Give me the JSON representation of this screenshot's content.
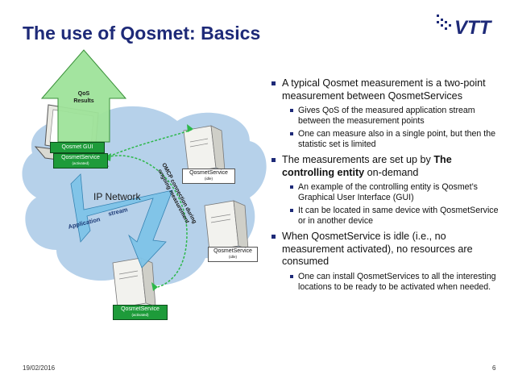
{
  "slide": {
    "title": "The use of Qosmet: Basics",
    "logo_text": "VTT",
    "footer_date": "19/02/2016",
    "page_number": "6"
  },
  "diagram": {
    "qos_results": "QoS\nResults",
    "gui_label": "Qosmet GUI",
    "gui_service": "QosmetService",
    "gui_service_state": "(activated)",
    "network_label": "IP Network",
    "application_label": "Application",
    "stream_label": "stream",
    "omcp_label": "OMCP connection during ongoing measurement",
    "server_top_service": "QosmetService",
    "server_top_state": "(idle)",
    "server_right_service": "QosmetService",
    "server_right_state": "(idle)",
    "server_bottom_service": "QosmetService",
    "server_bottom_state": "(activated)",
    "colors": {
      "active_green": "#1e9b3a",
      "arrow_blue": "#7fc4e8",
      "arrow_green": "#9fe39a",
      "cloud_blue": "#a9c9e6"
    }
  },
  "bullets": [
    {
      "text": "A typical Qosmet measurement is a two-point measurement between QosmetServices",
      "sub": [
        "Gives QoS of the measured application stream between the measurement points",
        "One can measure also in a single point, but then the statistic set is limited"
      ]
    },
    {
      "text_pre": "The measurements are set up by ",
      "text_bold": "The controlling entity",
      "text_post": " on-demand",
      "sub": [
        "An example of the controlling entity is Qosmet’s Graphical User Interface (GUI)",
        "It can be located in same device with QosmetService or in another device"
      ]
    },
    {
      "text": "When QosmetService is idle (i.e., no measurement activated), no resources are consumed",
      "sub": [
        "One can install QosmetServices to all the interesting locations to be ready to be activated when needed."
      ]
    }
  ]
}
